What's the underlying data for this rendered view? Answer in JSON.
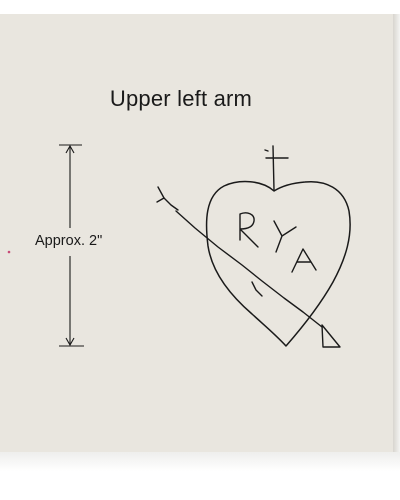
{
  "document": {
    "title": "Upper left arm",
    "measurement_label": "Approx. 2\"",
    "tattoo_initials": [
      "R",
      "Y",
      "A"
    ]
  },
  "colors": {
    "card_background": "#e9e6df",
    "ink": "#1a1a1a"
  },
  "icons": [
    "heart-tattoo-icon",
    "arrow-icon",
    "cross-icon",
    "dimension-arrow-icon"
  ]
}
